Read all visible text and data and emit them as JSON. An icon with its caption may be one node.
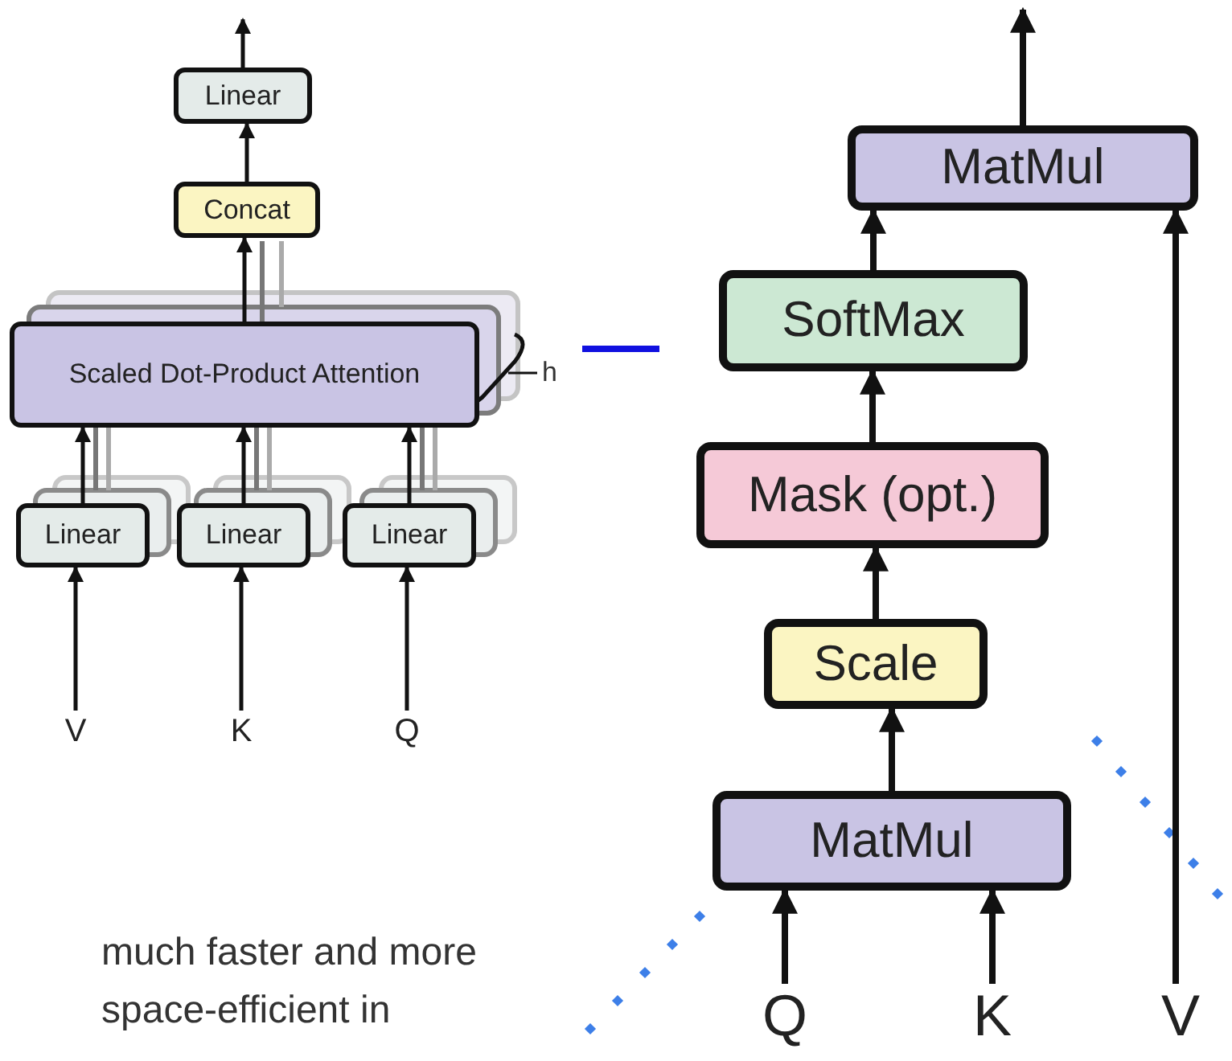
{
  "diagram": {
    "nodes": [
      {
        "text": [
          "Linear"
        ]
      },
      {
        "text": [
          "Concat"
        ]
      },
      {
        "text": [
          "Scaled Dot-Product Attention"
        ]
      },
      {
        "text": [
          "Linear"
        ]
      },
      {
        "text": [
          "Linear"
        ]
      },
      {
        "text": [
          "Linear"
        ]
      },
      {
        "text": [
          "V"
        ]
      },
      {
        "text": [
          "K"
        ]
      },
      {
        "text": [
          "Q"
        ]
      },
      {
        "text": [
          "MatMul"
        ]
      },
      {
        "text": [
          "SoftMax"
        ]
      },
      {
        "text": [
          "Mask (opt.)"
        ]
      },
      {
        "text": [
          "Scale"
        ]
      },
      {
        "text": [
          "MatMul"
        ]
      },
      {
        "text": [
          "Q"
        ]
      },
      {
        "text": [
          "K"
        ]
      },
      {
        "text": [
          "V"
        ]
      }
    ],
    "edges": [
      {
        "from": 0,
        "to": null,
        "arrow": "to"
      },
      {
        "from": 1,
        "to": 0,
        "arrow": "to"
      },
      {
        "from": 2,
        "to": 1,
        "arrow": "to"
      },
      {
        "from": 3,
        "to": 2,
        "arrow": "to"
      },
      {
        "from": 4,
        "to": 2,
        "arrow": "to"
      },
      {
        "from": 5,
        "to": 2,
        "arrow": "to"
      },
      {
        "from": 6,
        "to": 3,
        "arrow": "to"
      },
      {
        "from": 7,
        "to": 4,
        "arrow": "to"
      },
      {
        "from": 8,
        "to": 5,
        "arrow": "to"
      },
      {
        "from": 9,
        "to": null,
        "arrow": "to"
      },
      {
        "from": 10,
        "to": 9,
        "arrow": "to"
      },
      {
        "from": 11,
        "to": 10,
        "arrow": "to"
      },
      {
        "from": 12,
        "to": 11,
        "arrow": "to"
      },
      {
        "from": 13,
        "to": 12,
        "arrow": "to"
      },
      {
        "from": 14,
        "to": 13,
        "arrow": "to"
      },
      {
        "from": 15,
        "to": 13,
        "arrow": "to"
      },
      {
        "from": 16,
        "to": 9,
        "arrow": "to"
      }
    ],
    "labels": [
      "h",
      "much faster and more space-efficient in"
    ]
  }
}
